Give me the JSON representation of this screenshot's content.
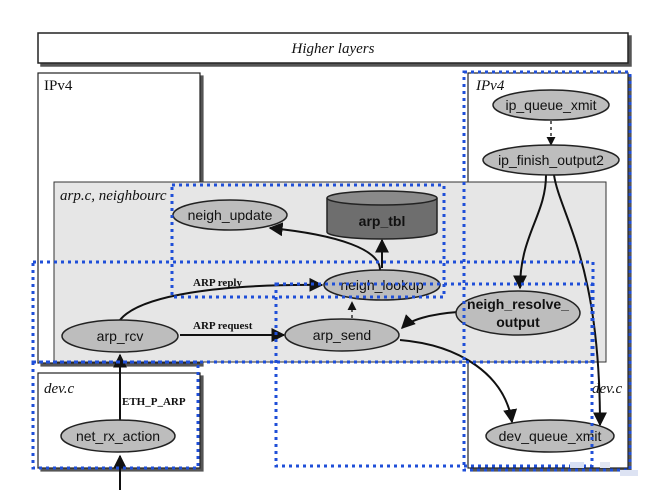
{
  "header": {
    "title": "Higher layers"
  },
  "regions": {
    "ipv4_left": "IPv4",
    "ipv4_right": "IPv4",
    "arp_neighbour": "arp.c, neighbourc",
    "dev_left": "dev.c",
    "dev_right": "dev.c"
  },
  "nodes": {
    "ip_queue_xmit": "ip_queue_xmit",
    "ip_finish_output2": "ip_finish_output2",
    "neigh_update": "neigh_update",
    "arp_tbl": "arp_tbl",
    "neigh_lookup": "neigh_lookup",
    "neigh_resolve_output_line1": "neigh_resolve_",
    "neigh_resolve_output_line2": "output",
    "arp_rcv": "arp_rcv",
    "arp_send": "arp_send",
    "net_rx_action": "net_rx_action",
    "dev_queue_xmit": "dev_queue_xmit"
  },
  "edge_labels": {
    "arp_reply": "ARP reply",
    "arp_request": "ARP request",
    "eth_p_arp": "ETH_P_ARP"
  },
  "colors": {
    "node_fill": "#bdbdbd",
    "db_fill": "#6e6e6e",
    "region_fill": "#e6e6e6",
    "highlight_dots": "#1f4fd8"
  }
}
